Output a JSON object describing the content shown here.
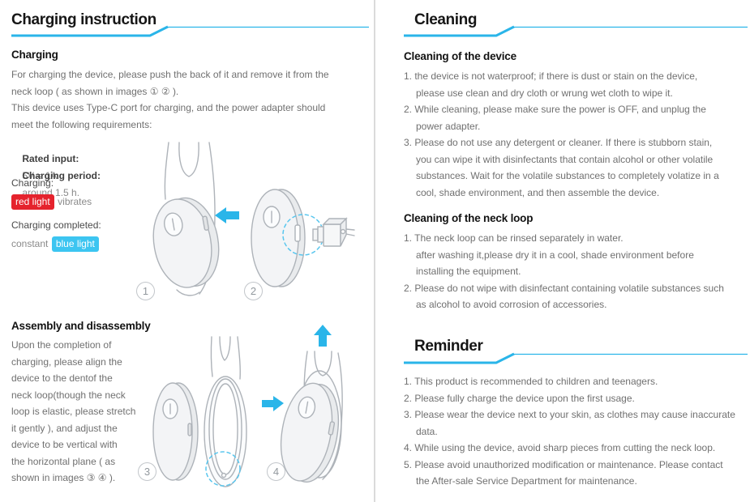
{
  "accent_color": "#2ab5e9",
  "badge_colors": {
    "red": "#e5232d",
    "blue": "#3cc5f1"
  },
  "left": {
    "title": "Charging instruction",
    "charging_heading": "Charging",
    "charging_para": "For charging the device, please push the back of it and remove it from the\nneck loop ( as shown in images ① ② ).\nThis device uses Type-C port for charging, and the power adapter should\nmeet the following requirements:",
    "specs": {
      "rated_label": "Rated input:",
      "rated_value": "5V = 1A",
      "period_label": "Charging period:",
      "period_value": "around 1.5 h."
    },
    "status_charging": {
      "label": "Charging:",
      "badge": "red light",
      "after": "vibrates"
    },
    "status_completed": {
      "label": "Charging completed:",
      "before": "constant",
      "badge": "blue light"
    },
    "assembly_heading": "Assembly and disassembly",
    "assembly_para": "Upon the completion of\ncharging, please align the\ndevice to the dentof the\nneck loop(though the neck\nloop is elastic, please stretch\nit gently ), and adjust the\ndevice to be vertical with\nthe horizontal plane ( as\nshown in images ③ ④ ).",
    "figure_labels": {
      "f1": "1",
      "f2": "2",
      "f3": "3",
      "f4": "4"
    }
  },
  "right": {
    "cleaning_title": "Cleaning",
    "cleaning_device_heading": "Cleaning of the device",
    "cleaning_device_items": [
      "1. the device is not waterproof; if there is dust or stain on the device,\nplease use clean and dry cloth or wrung wet cloth to wipe it.",
      "2. While cleaning, please make sure the power is OFF, and unplug the\npower adapter.",
      "3. Please do not use any detergent or cleaner. If there is stubborn stain,\nyou can wipe it with disinfectants that contain alcohol or other volatile\nsubstances. Wait for the volatile substances to completely volatize in a\ncool, shade environment, and then assemble the device."
    ],
    "cleaning_loop_heading": "Cleaning of the neck loop",
    "cleaning_loop_items": [
      "1. The neck loop can be rinsed separately in water.\nafter washing it,please dry it in a cool, shade environment before\ninstalling the equipment.",
      "2. Please do not wipe with disinfectant containing volatile substances such\nas alcohol to avoid corrosion of accessories."
    ],
    "reminder_title": "Reminder",
    "reminder_items": [
      "1. This product is recommended to children and teenagers.",
      "2. Please fully charge the device upon the first usage.",
      "3. Please wear the device next to your skin, as clothes may cause inaccurate\ndata.",
      "4. While using the device, avoid sharp pieces from cutting the neck loop.",
      "5. Please avoid unauthorized modification or maintenance. Please contact\nthe After-sale Service Department for maintenance."
    ]
  }
}
